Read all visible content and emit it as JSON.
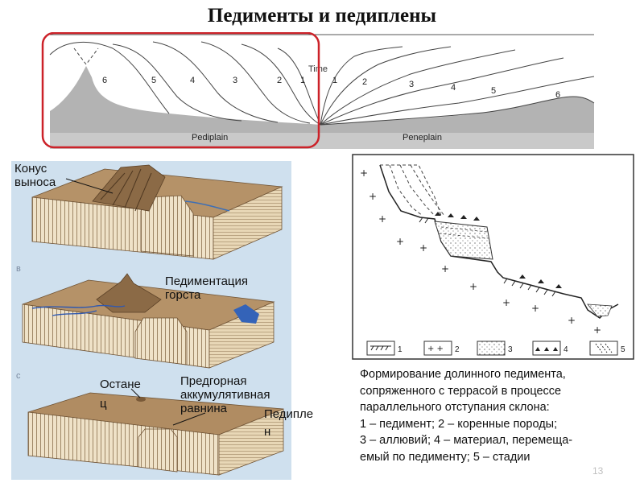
{
  "title": "Педименты и педиплены",
  "top_diagram": {
    "time_label": "Time",
    "pediplain_label": "Pediplain",
    "peneplain_label": "Peneplain",
    "left_stages": [
      "6",
      "5",
      "4",
      "3",
      "2",
      "1"
    ],
    "right_stages": [
      "1",
      "2",
      "3",
      "4",
      "5",
      "6"
    ],
    "highlight_color": "#cc2229"
  },
  "block_diagrams": {
    "label_cone": [
      "Конус",
      "выноса"
    ],
    "panel_b": "в",
    "label_pedimentation": [
      "Педиментация",
      "горста"
    ],
    "panel_c": "с",
    "label_remnant": [
      "Остане",
      "ц"
    ],
    "label_piedmont": [
      "Предгорная",
      "аккумулятивная",
      "равнина"
    ],
    "label_pediplain": [
      "Педипле",
      "н"
    ]
  },
  "profile_diagram": {
    "legend": [
      "1",
      "2",
      "3",
      "4",
      "5"
    ]
  },
  "caption": {
    "lines": [
      "Формирование долинного педимента,",
      "сопряженного с террасой в процессе",
      "параллельного отступания склона:",
      "1 – педимент; 2 – коренные породы;",
      "3 – аллювий; 4 – материал, перемеща-",
      "емый по педименту; 5 – стадии"
    ]
  },
  "page_number": "13"
}
